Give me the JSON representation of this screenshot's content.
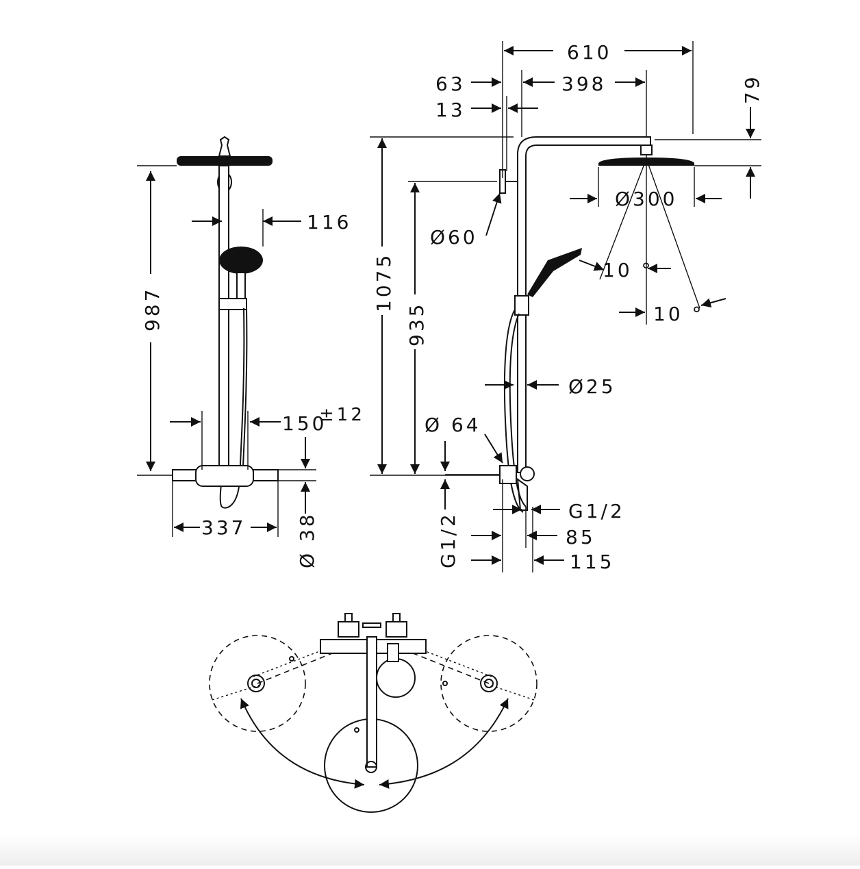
{
  "front_view": {
    "height_987": "987",
    "handshower_116": "116",
    "center_150": "150",
    "tolerance": "±12",
    "width_337": "337",
    "pipe_diam_38": "Ø 38"
  },
  "side_view": {
    "reach_610": "610",
    "offset_63": "63",
    "arm_398": "398",
    "offset_13": "13",
    "drop_79": "79",
    "head_diam_300": "Ø300",
    "total_1075": "1075",
    "height_935": "935",
    "holder_diam_60": "Ø60",
    "tilt_10_a": "10 °",
    "tilt_10_b": "10 °",
    "hose_diam_25": "Ø25",
    "rose_diam_64": "Ø 64",
    "inlet_g12_left": "G1/2",
    "outlet_g12_right": "G1/2",
    "depth_85": "85",
    "depth_115": "115"
  }
}
